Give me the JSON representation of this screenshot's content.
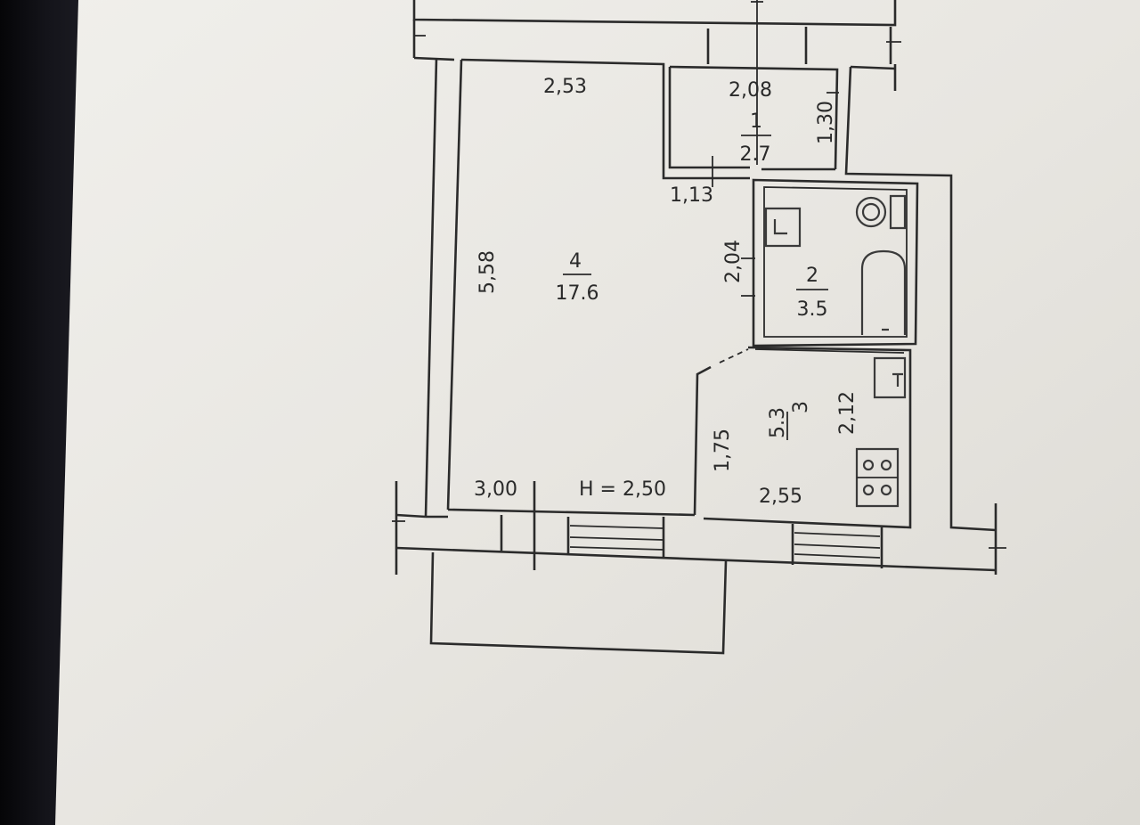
{
  "plan": {
    "rooms": {
      "room1": {
        "number": "1",
        "area": "2.7"
      },
      "room2": {
        "number": "2",
        "area": "3.5"
      },
      "room3": {
        "number": "3",
        "area": "5.3"
      },
      "room4": {
        "number": "4",
        "area": "17.6"
      }
    },
    "dimensions": {
      "room4_width_top": "2,53",
      "room4_height": "5,58",
      "room4_width_bottom": "3,00",
      "ceiling_height": "H = 2,50",
      "room1_width": "2,08",
      "room1_height": "1,30",
      "corridor_width": "1,13",
      "room2_height": "2,04",
      "room3_left_height": "1,75",
      "room3_right_height": "2,12",
      "room3_width": "2,55"
    }
  },
  "colors": {
    "paper": "#e9e7e2",
    "ink": "#2b2b2b",
    "screen_edge": "#0c0c10"
  }
}
